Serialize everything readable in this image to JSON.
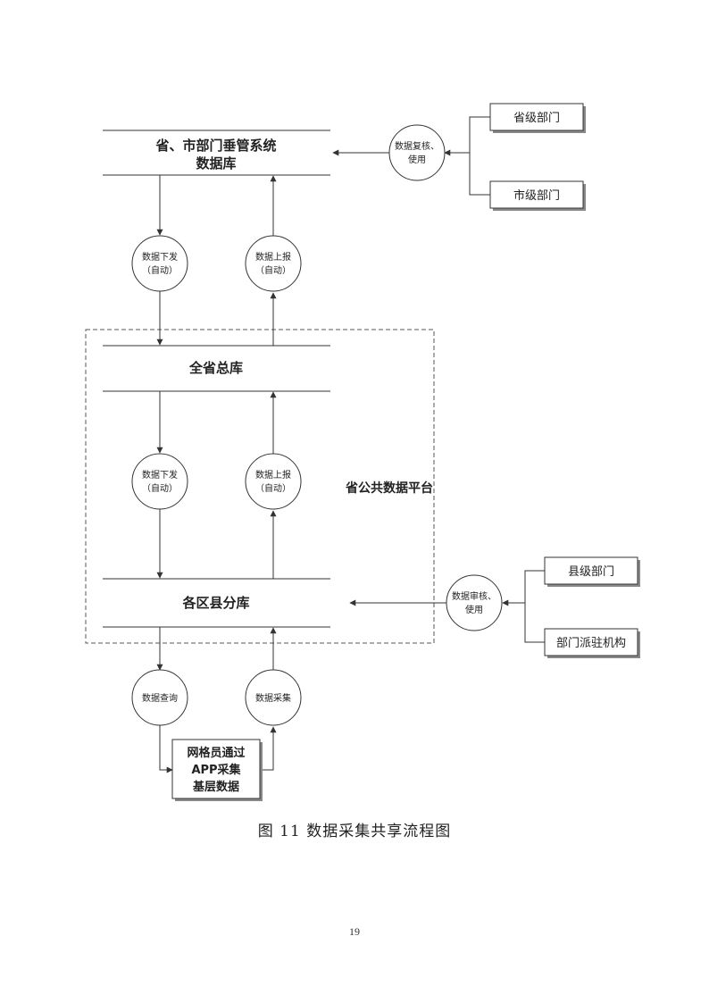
{
  "diagram": {
    "top_db": {
      "line1": "省、市部门垂管系统",
      "line2": "数据库"
    },
    "province_db": "全省总库",
    "county_db": "各区县分库",
    "platform_label": "省公共数据平台",
    "circles": {
      "down_top": {
        "line1": "数据下发",
        "line2": "（自动）"
      },
      "up_top": {
        "line1": "数据上报",
        "line2": "（自动）"
      },
      "down_mid": {
        "line1": "数据下发",
        "line2": "（自动）"
      },
      "up_mid": {
        "line1": "数据上报",
        "line2": "（自动）"
      },
      "query": "数据查询",
      "collect": "数据采集",
      "review_top": {
        "line1": "数据复核、",
        "line2": "使用"
      },
      "review_bottom": {
        "line1": "数据审核、",
        "line2": "使用"
      }
    },
    "boxes": {
      "provincial_dept": "省级部门",
      "city_dept": "市级部门",
      "county_dept": "县级部门",
      "dept_agency": "部门派驻机构",
      "grid_worker": {
        "line1": "网格员通过",
        "line2": "APP采集",
        "line3": "基层数据"
      }
    }
  },
  "caption": "图 11  数据采集共享流程图",
  "page_number": "19"
}
